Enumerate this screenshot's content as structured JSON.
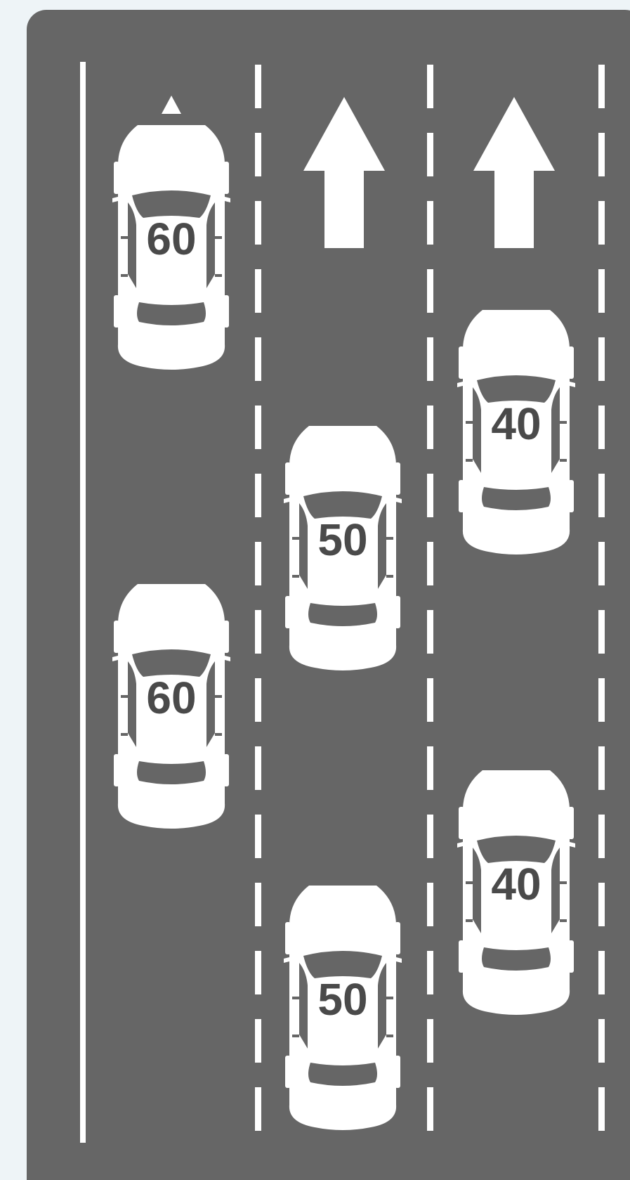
{
  "colors": {
    "background": "#eef4f7",
    "road": "#666666",
    "marking": "#ffffff",
    "car_body": "#ffffff",
    "car_detail": "#666666",
    "label": "#4a4a4a"
  },
  "lanes": [
    {
      "speed_limit": "60",
      "direction_arrow": "up",
      "cars": [
        {
          "label": "60"
        },
        {
          "label": "60"
        }
      ]
    },
    {
      "speed_limit": "50",
      "direction_arrow": "up",
      "cars": [
        {
          "label": "50"
        },
        {
          "label": "50"
        }
      ]
    },
    {
      "speed_limit": "40",
      "direction_arrow": "up",
      "cars": [
        {
          "label": "40"
        },
        {
          "label": "40"
        }
      ]
    }
  ],
  "icons": {
    "arrow": "up-arrow-icon",
    "car": "car-icon"
  }
}
